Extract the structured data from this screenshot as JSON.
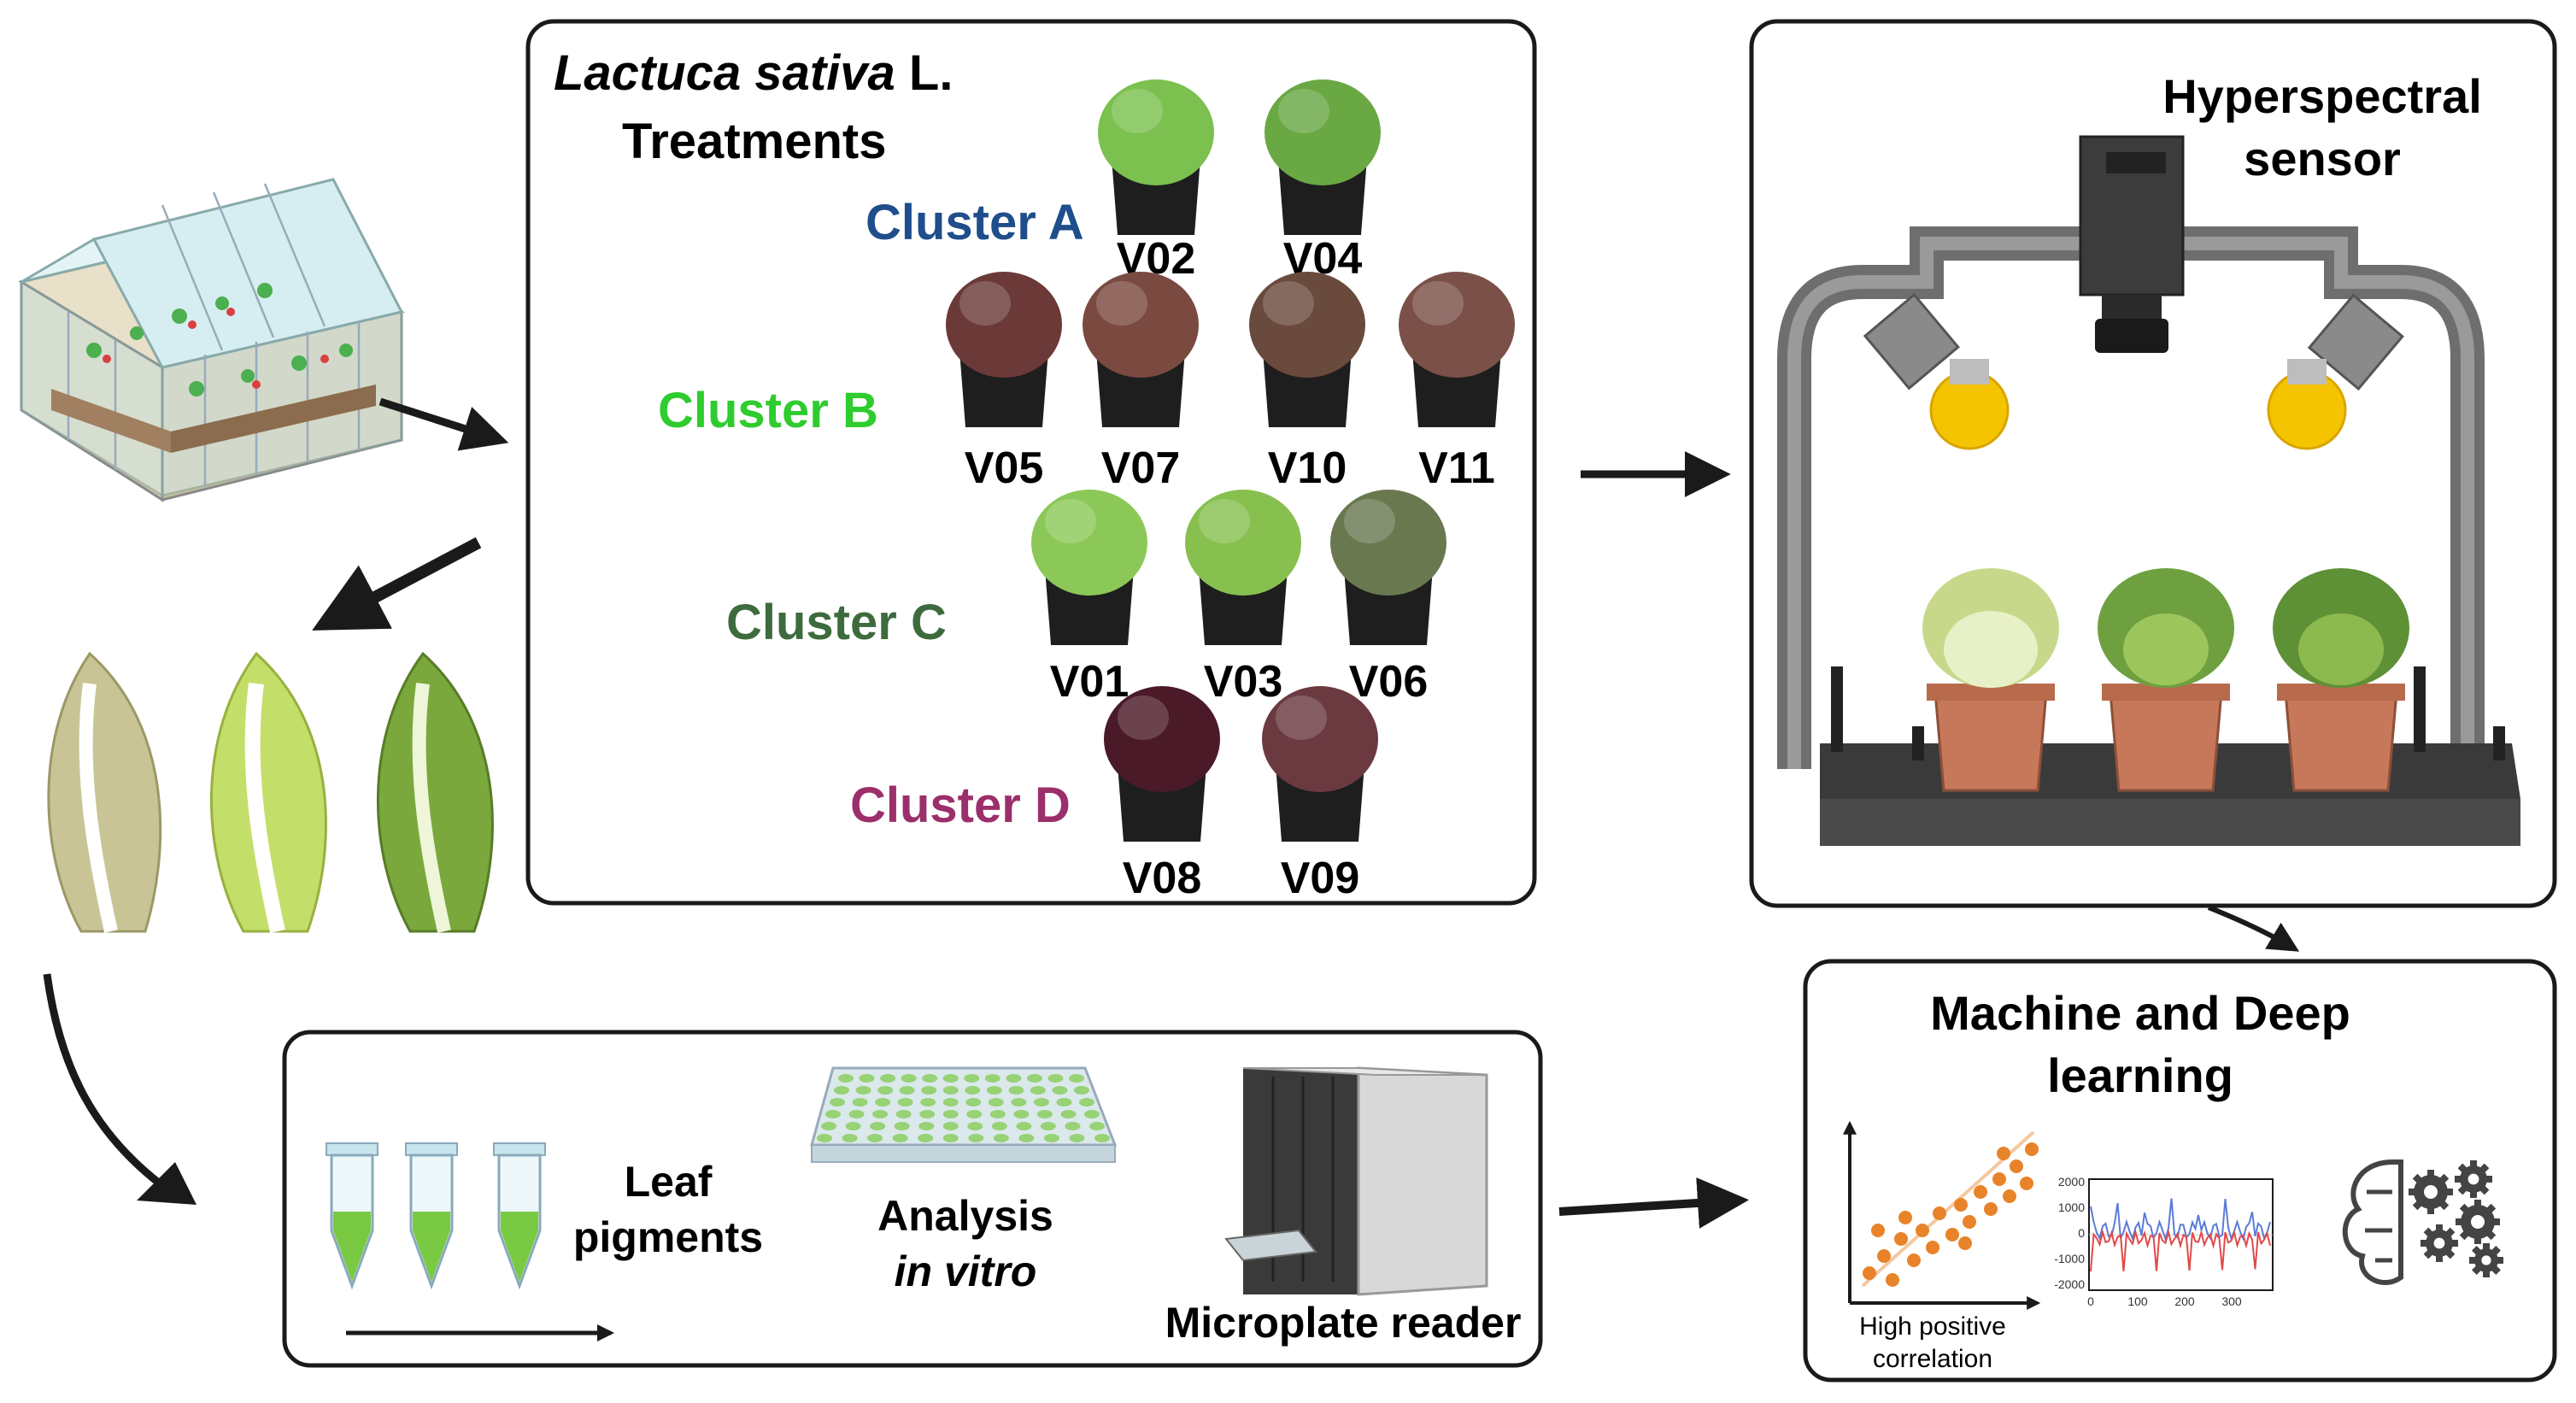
{
  "treatments": {
    "species": "Lactuca sativa",
    "species_suffix": " L.",
    "heading": "Treatments",
    "clusters": [
      {
        "name": "Cluster A",
        "color": "#1f4e8c",
        "varieties": [
          "V02",
          "V04"
        ]
      },
      {
        "name": "Cluster B",
        "color": "#2ecc2e",
        "varieties": [
          "V05",
          "V07",
          "V10",
          "V11"
        ]
      },
      {
        "name": "Cluster C",
        "color": "#3d6b3d",
        "varieties": [
          "V01",
          "V03",
          "V06"
        ]
      },
      {
        "name": "Cluster D",
        "color": "#9b2f6b",
        "varieties": [
          "V08",
          "V09"
        ]
      }
    ]
  },
  "sensor": {
    "line1": "Hyperspectral",
    "line2": "sensor"
  },
  "lab": {
    "leaf_line1": "Leaf",
    "leaf_line2": "pigments",
    "analysis_line1": "Analysis",
    "analysis_line2": "in vitro",
    "reader": "Microplate reader"
  },
  "ml": {
    "line1": "Machine and Deep",
    "line2": "learning",
    "corr_line1": "High positive",
    "corr_line2": "correlation",
    "spec_yticks": [
      "2000",
      "1000",
      "0",
      "-1000",
      "-2000"
    ],
    "spec_xticks": [
      "0",
      "100",
      "200",
      "300"
    ]
  },
  "colors": {
    "box_stroke": "#1a1a1a",
    "dot": "#e8832a",
    "pot": "#c8785a",
    "bulb": "#f5c400",
    "frame": "#6e6e6e",
    "liquid": "#7ac943"
  }
}
